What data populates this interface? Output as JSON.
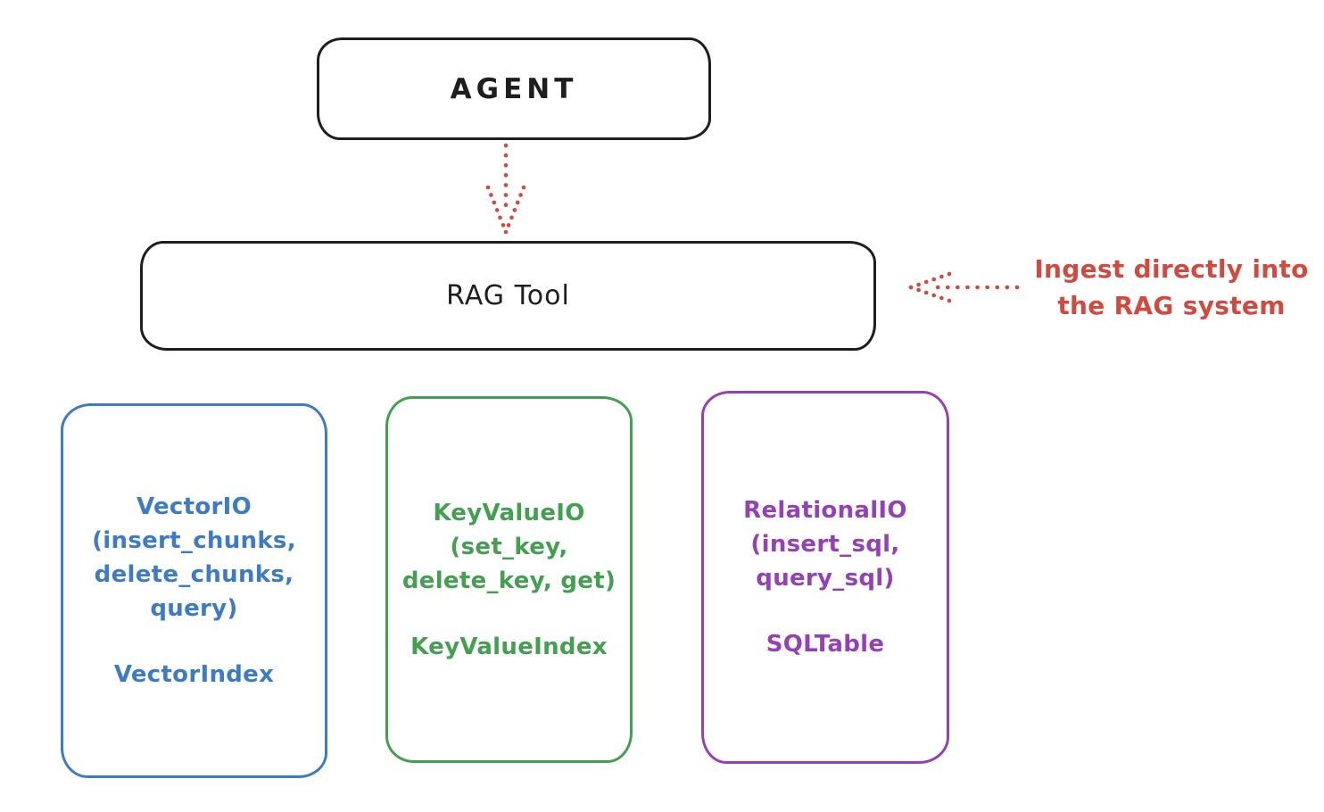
{
  "agent": {
    "label": "AGENT"
  },
  "rag_tool": {
    "label": "RAG Tool"
  },
  "annotation": {
    "line1": "Ingest directly into",
    "line2": "the RAG system"
  },
  "boxes": {
    "vector": {
      "title": "VectorIO",
      "method_lines": [
        "(insert_chunks,",
        "delete_chunks,",
        "query)"
      ],
      "index_label": "VectorIndex"
    },
    "keyvalue": {
      "title": "KeyValueIO",
      "method_lines": [
        "(set_key,",
        "delete_key, get)"
      ],
      "index_label": "KeyValueIndex"
    },
    "relational": {
      "title": "RelationalIO",
      "method_lines": [
        "(insert_sql,",
        "query_sql)"
      ],
      "index_label": "SQLTable"
    }
  },
  "colors": {
    "ink": "#1e1e1e",
    "red": "#d1493f",
    "blue": "#3d7bc4",
    "green": "#43a051",
    "purple": "#9341b4",
    "background": "#ffffff"
  }
}
